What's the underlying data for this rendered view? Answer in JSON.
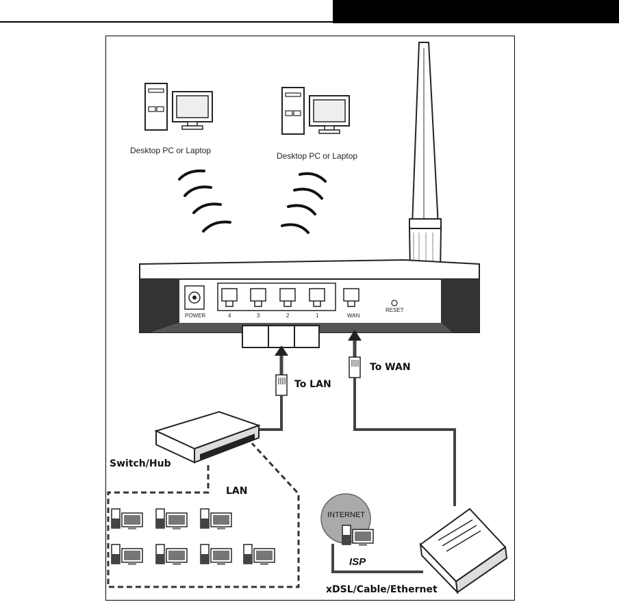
{
  "pc_label_left": "Desktop PC or Laptop",
  "pc_label_right": "Desktop PC or Laptop",
  "ports": {
    "power": "POWER",
    "p4": "4",
    "p3": "3",
    "p2": "2",
    "p1": "1",
    "wan": "WAN",
    "reset": "RESET"
  },
  "to_lan": "To LAN",
  "to_wan": "To WAN",
  "switch_label": "Switch/Hub",
  "lan_label": "LAN",
  "internet_label": "INTERNET",
  "isp_label": "ISP",
  "modem_label": "xDSL/Cable/Ethernet"
}
